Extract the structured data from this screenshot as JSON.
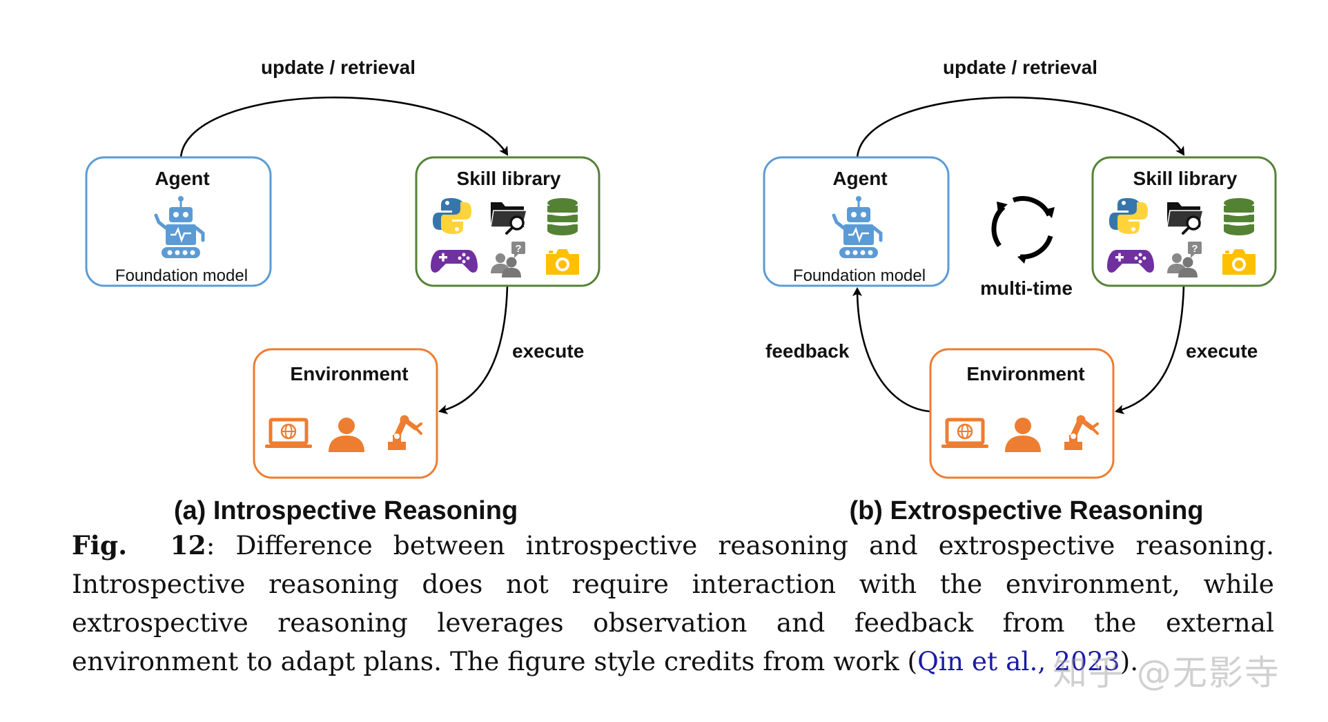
{
  "panel_a": {
    "arc_label": "update / retrieval",
    "agent": {
      "title": "Agent",
      "subtitle": "Foundation model",
      "icon": "robot-icon"
    },
    "skill_library": {
      "title": "Skill library",
      "icons": [
        "python-icon",
        "folder-search-icon",
        "database-icon",
        "gamepad-icon",
        "person-question-icon",
        "camera-icon"
      ]
    },
    "environment": {
      "title": "Environment",
      "icons": [
        "laptop-globe-icon",
        "person-icon",
        "robot-arm-icon"
      ]
    },
    "execute_label": "execute",
    "panel_title": "(a) Introspective Reasoning"
  },
  "panel_b": {
    "arc_label": "update / retrieval",
    "agent": {
      "title": "Agent",
      "subtitle": "Foundation model",
      "icon": "robot-icon"
    },
    "skill_library": {
      "title": "Skill library",
      "icons": [
        "python-icon",
        "folder-search-icon",
        "database-icon",
        "gamepad-icon",
        "person-question-icon",
        "camera-icon"
      ]
    },
    "environment": {
      "title": "Environment",
      "icons": [
        "laptop-globe-icon",
        "person-icon",
        "robot-arm-icon"
      ]
    },
    "cycle_label": "multi-time",
    "feedback_label": "feedback",
    "execute_label": "execute",
    "panel_title": "(b) Extrospective Reasoning"
  },
  "caption": {
    "fig_label": "Fig.",
    "fig_number": "12",
    "text_before_cite": ": Difference between introspective reasoning and extrospective reasoning. Introspective reasoning does not require interaction with the environment, while extrospective reasoning leverages observation and feedback from the external environment to adapt plans. The figure style credits from work (",
    "cite_authors": "Qin et al.",
    "cite_sep": ", ",
    "cite_year": "2023",
    "text_after_cite": ")."
  },
  "watermark": "知乎 @无影寺",
  "colors": {
    "agent_border": "#5b9bd5",
    "skill_border": "#548235",
    "env_border": "#ed7d31",
    "robot_blue": "#5b9bd5",
    "orange": "#ed7d31",
    "python_blue": "#3776ab",
    "python_yellow": "#ffd43b",
    "db_green": "#548235",
    "gamepad_purple": "#7030a0",
    "camera_yellow": "#ffc000",
    "cite_blue": "#1a1aa6"
  }
}
